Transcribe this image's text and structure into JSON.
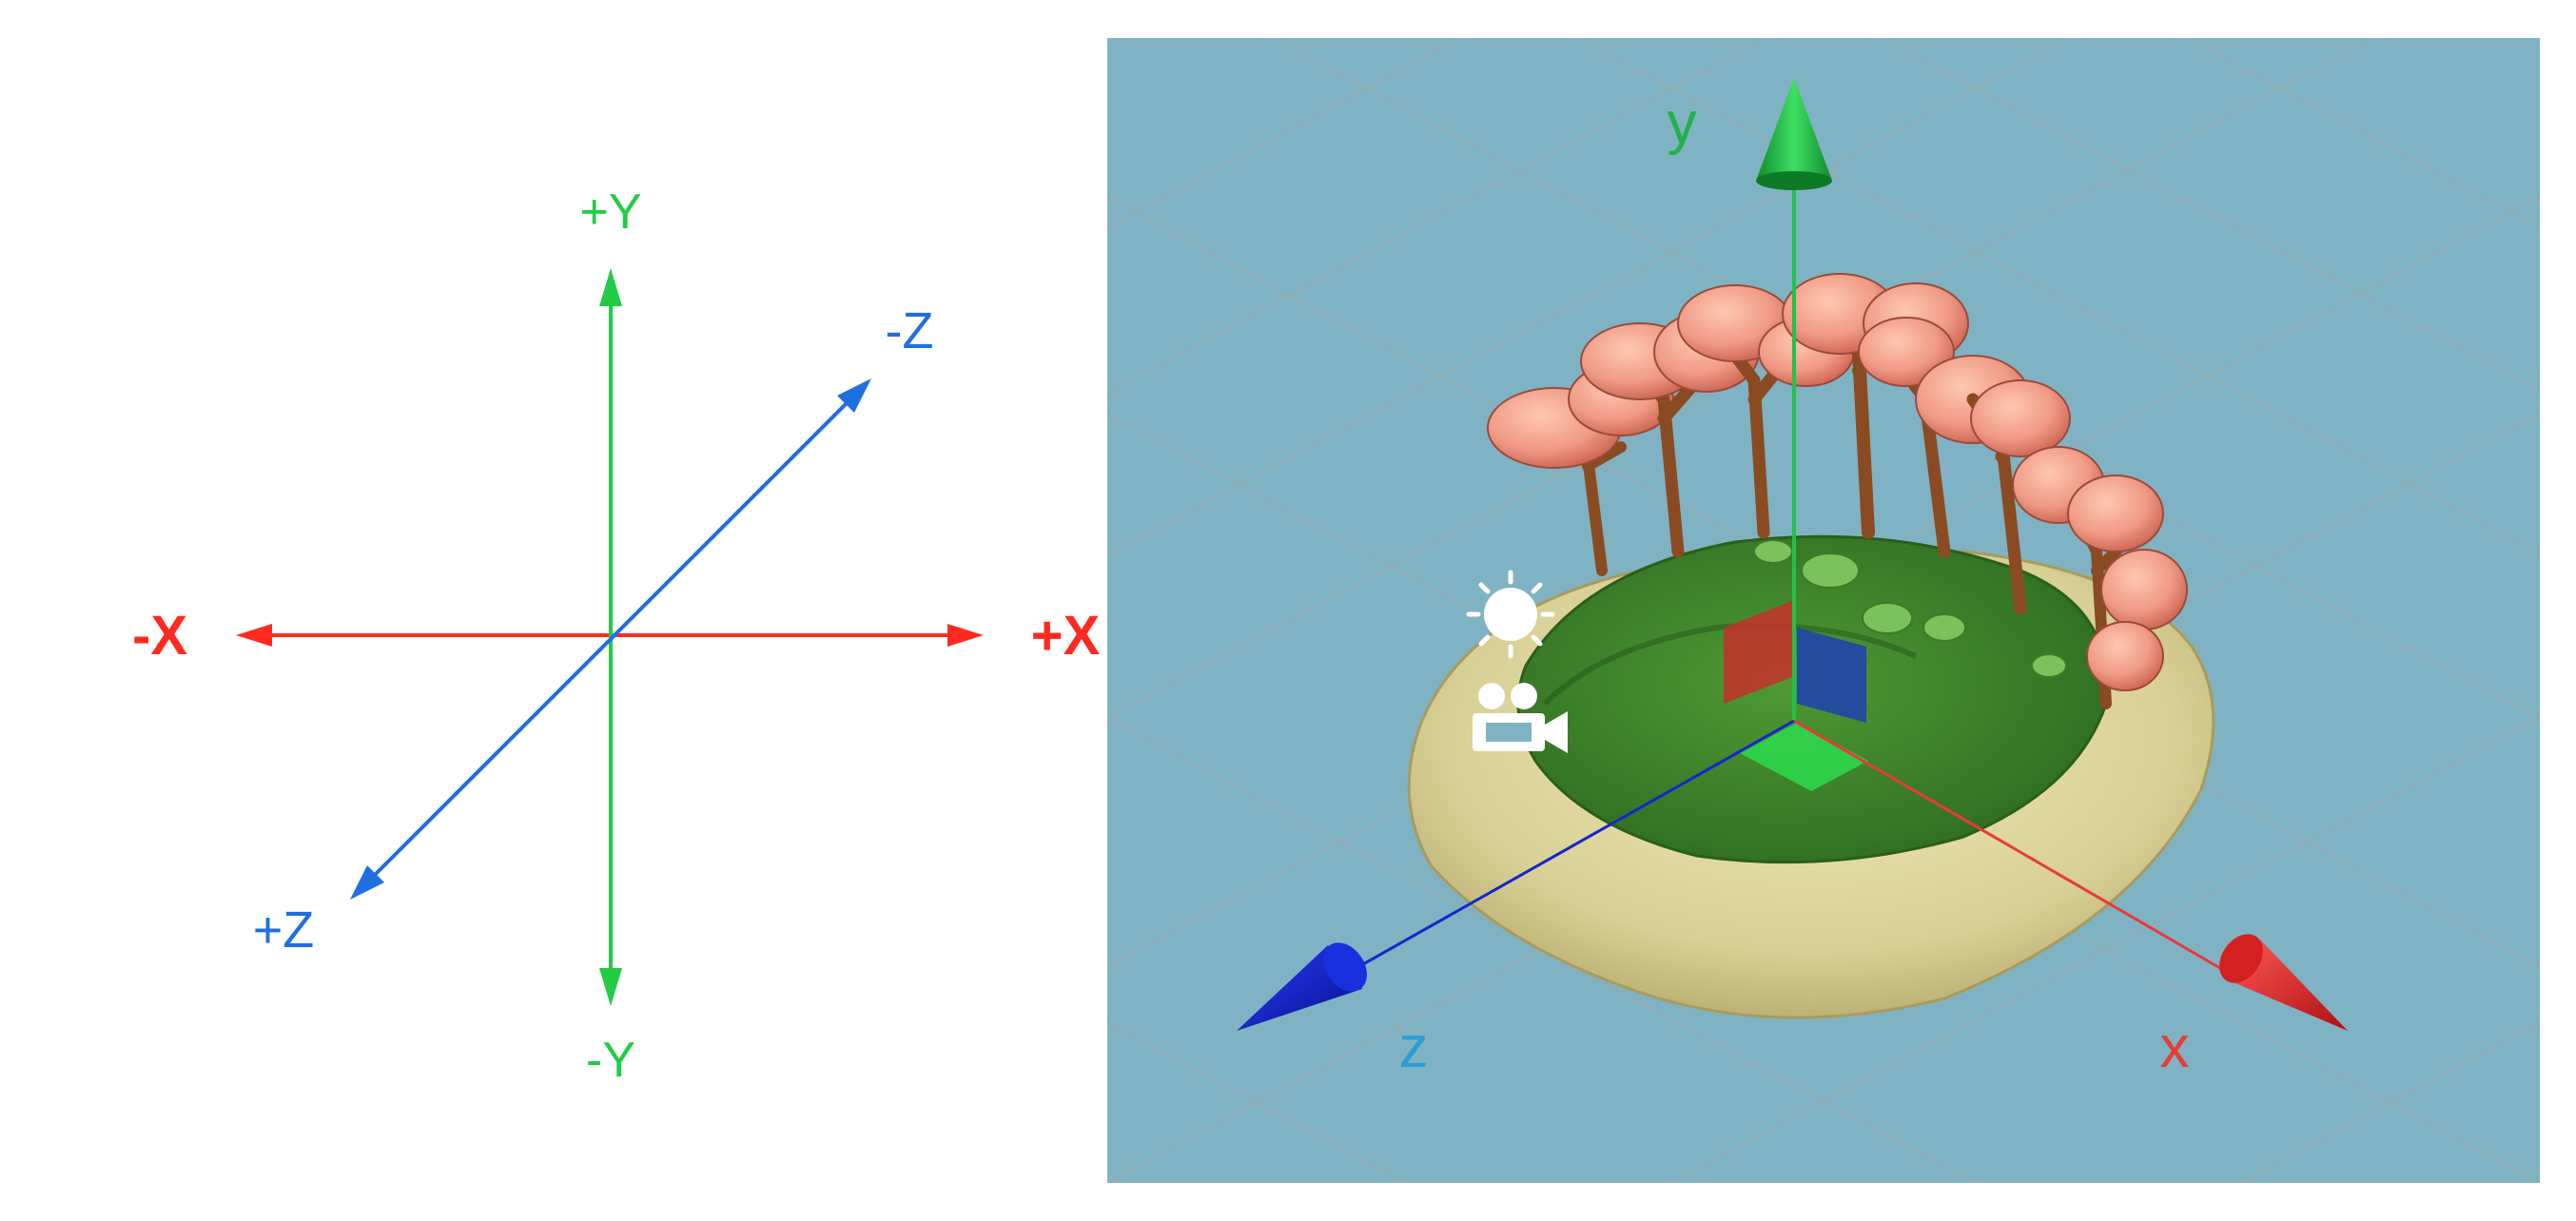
{
  "left_axes": {
    "labels": {
      "pos_y": "+Y",
      "neg_y": "-Y",
      "pos_x": "+X",
      "neg_x": "-X",
      "pos_z": "+Z",
      "neg_z": "-Z"
    },
    "colors": {
      "x": "#ff2a1f",
      "y": "#22cc44",
      "z": "#1f6fe0"
    }
  },
  "scene_view": {
    "axis_labels": {
      "x": "x",
      "y": "y",
      "z": "z"
    },
    "colors": {
      "background": "#7fb3c3",
      "grid": "#9aa6ac",
      "x_axis": "#e83a3a",
      "y_axis": "#21c24a",
      "z_axis": "#1427c9",
      "z_label": "#2a9fd6",
      "ground": "#d8cf95",
      "grass": "#3f8a2c",
      "foliage": "#f09a86",
      "trunk": "#8a4a22"
    },
    "icons": {
      "light": "sun-icon",
      "camera": "camera-icon"
    }
  }
}
